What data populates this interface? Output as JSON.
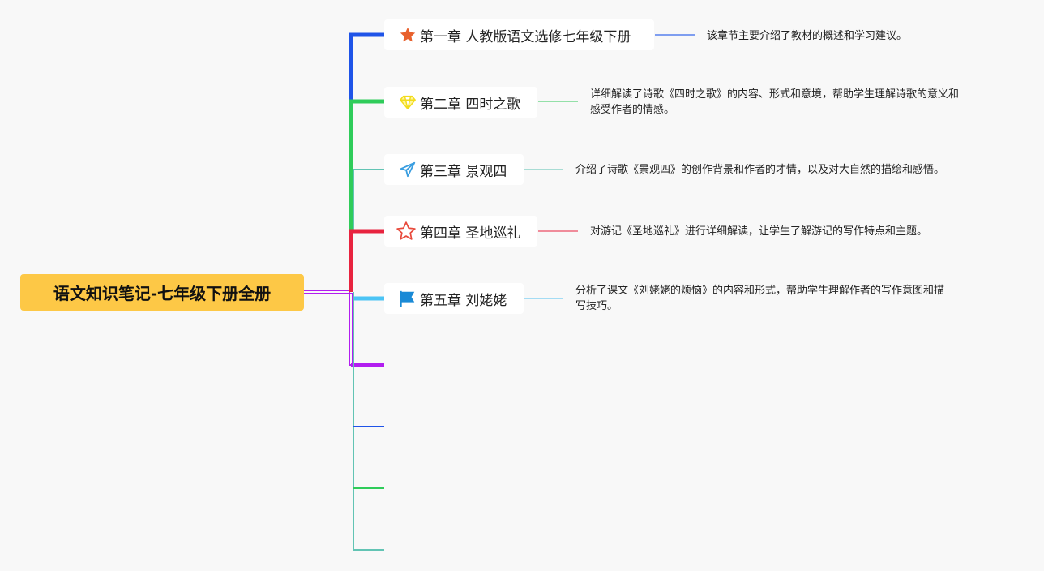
{
  "root": {
    "title": "语文知识笔记-七年级下册全册"
  },
  "chapters": [
    {
      "label": "第一章 人教版语文选修七年级下册",
      "icon": "star-filled-icon",
      "color": "#1f54e8",
      "desc": "该章节主要介绍了教材的概述和学习建议。"
    },
    {
      "label": "第二章 四时之歌",
      "icon": "diamond-icon",
      "color": "#2fcc5a",
      "desc_lines": [
        "详细解读了诗歌《四时之歌》的内容、形式和意境，帮助学生理解诗歌的意义和",
        "感受作者的情感。"
      ]
    },
    {
      "label": "第三章 景观四",
      "icon": "paper-plane-icon",
      "color": "#62c4b4",
      "desc": "介绍了诗歌《景观四》的创作背景和作者的才情，以及对大自然的描绘和感悟。"
    },
    {
      "label": "第四章 圣地巡礼",
      "icon": "star-outline-icon",
      "color": "#e8233f",
      "desc": "对游记《圣地巡礼》进行详细解读，让学生了解游记的写作特点和主题。"
    },
    {
      "label": "第五章 刘姥姥",
      "icon": "flag-icon",
      "color": "#4cc4f5",
      "desc_lines": [
        "分析了课文《刘姥姥的烦恼》的内容和形式，帮助学生理解作者的写作意图和描",
        "写技巧。"
      ]
    }
  ]
}
